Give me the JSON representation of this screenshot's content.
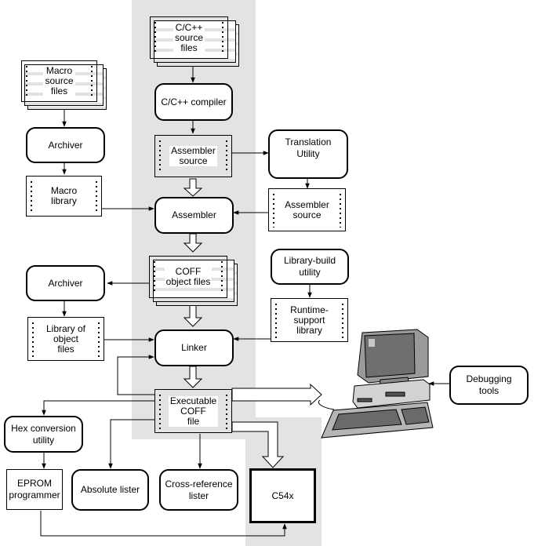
{
  "nodes": {
    "cpp_source": "C/C++\nsource\nfiles",
    "cpp_compiler": "C/C++  compiler",
    "asm_source_top": "Assembler\nsource",
    "translation_utility": "Translation\nUtility",
    "asm_source_right": "Assembler\nsource",
    "macro_source": "Macro\nsource\nfiles",
    "archiver_top": "Archiver",
    "macro_library": "Macro\nlibrary",
    "assembler": "Assembler",
    "coff_object": "COFF\nobject files",
    "library_build": "Library-build\nutility",
    "archiver_mid": "Archiver",
    "library_objects": "Library of\nobject\nfiles",
    "linker": "Linker",
    "runtime_support": "Runtime-\nsupport\nlibrary",
    "executable_coff": "Executable\nCOFF\nfile",
    "debugging_tools": "Debugging\ntools",
    "hex_conversion": "Hex conversion\nutility",
    "eprom_programmer": "EPROM\nprogrammer",
    "absolute_lister": "Absolute lister",
    "cross_reference_lister": "Cross-reference\nlister",
    "c54x": "C54x"
  },
  "colors": {
    "shading": "#e3e3e3",
    "stroke": "#000000",
    "fill": "#ffffff"
  }
}
